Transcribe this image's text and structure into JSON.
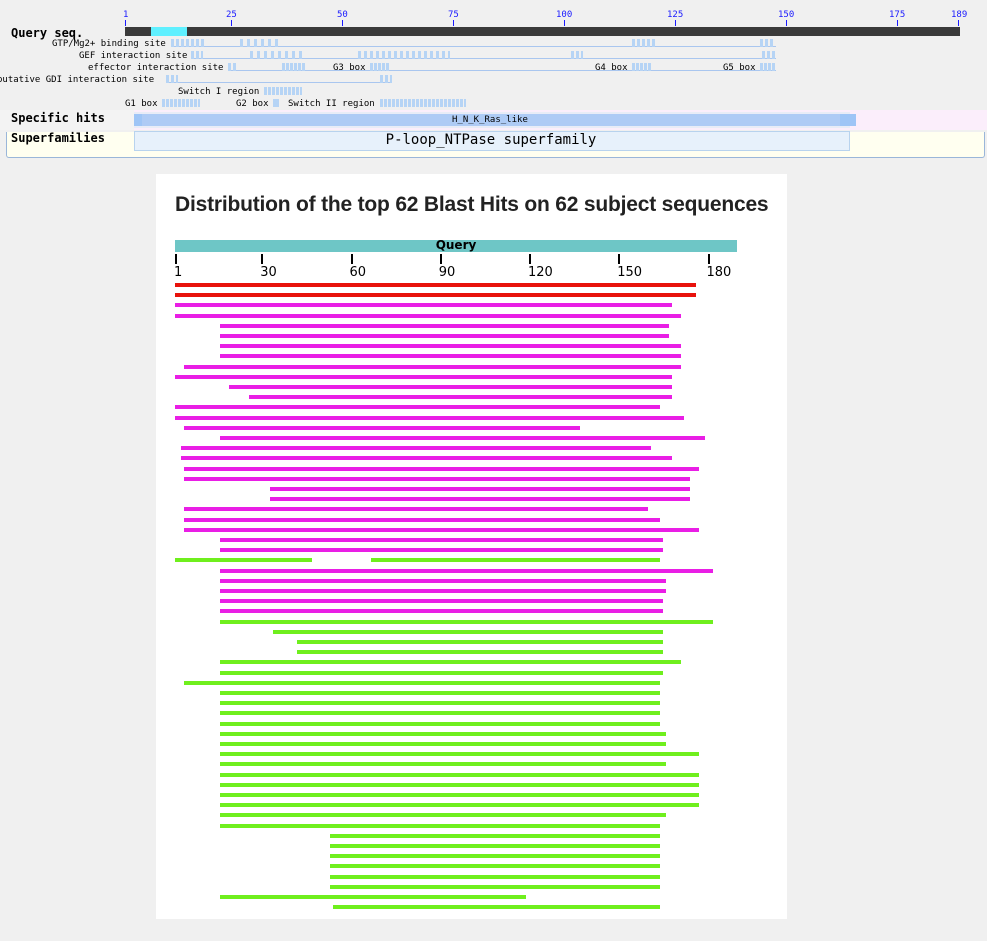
{
  "conserved_domains": {
    "query_label": "Query seq.",
    "axis_ticks": [
      "1",
      "25",
      "50",
      "75",
      "100",
      "125",
      "150",
      "175",
      "189"
    ],
    "sites": [
      {
        "label": "GTP/Mg2+ binding site"
      },
      {
        "label": "GEF interaction site"
      },
      {
        "label": "effector interaction site"
      },
      {
        "label": "putative GDI interaction site"
      },
      {
        "label": "Switch I region"
      },
      {
        "label": "G1 box"
      },
      {
        "label": "G2 box"
      },
      {
        "label": "Switch II region"
      },
      {
        "label": "G3 box"
      },
      {
        "label": "G4 box"
      },
      {
        "label": "G5 box"
      }
    ],
    "specific_hits_label": "Specific hits",
    "specific_hit_name": "H_N_K_Ras_like",
    "superfamilies_label": "Superfamilies",
    "superfamily_name": "P-loop_NTPase superfamily"
  },
  "blast_distribution": {
    "title": "Distribution of the top 62 Blast Hits on 62 subject sequences",
    "query_label": "Query",
    "ticks": [
      "1",
      "30",
      "60",
      "90",
      "120",
      "150",
      "180"
    ],
    "colors": {
      "red": "#e8120c",
      "magenta": "#e91ee5",
      "green": "#6fef1d",
      "query_bar": "#6ec6c6"
    },
    "hits": [
      {
        "c": "red",
        "s": [
          [
            1,
            176
          ]
        ]
      },
      {
        "c": "red",
        "s": [
          [
            1,
            176
          ]
        ]
      },
      {
        "c": "magenta",
        "s": [
          [
            1,
            168
          ]
        ]
      },
      {
        "c": "magenta",
        "s": [
          [
            1,
            171
          ]
        ]
      },
      {
        "c": "magenta",
        "s": [
          [
            16,
            167
          ]
        ]
      },
      {
        "c": "magenta",
        "s": [
          [
            16,
            167
          ]
        ]
      },
      {
        "c": "magenta",
        "s": [
          [
            16,
            171
          ]
        ]
      },
      {
        "c": "magenta",
        "s": [
          [
            16,
            171
          ]
        ]
      },
      {
        "c": "magenta",
        "s": [
          [
            4,
            171
          ]
        ]
      },
      {
        "c": "magenta",
        "s": [
          [
            1,
            168
          ]
        ]
      },
      {
        "c": "magenta",
        "s": [
          [
            19,
            168
          ]
        ]
      },
      {
        "c": "magenta",
        "s": [
          [
            26,
            168
          ]
        ]
      },
      {
        "c": "magenta",
        "s": [
          [
            1,
            164
          ]
        ]
      },
      {
        "c": "magenta",
        "s": [
          [
            1,
            172
          ]
        ]
      },
      {
        "c": "magenta",
        "s": [
          [
            4,
            137
          ]
        ]
      },
      {
        "c": "magenta",
        "s": [
          [
            16,
            179
          ]
        ]
      },
      {
        "c": "magenta",
        "s": [
          [
            3,
            161
          ]
        ]
      },
      {
        "c": "magenta",
        "s": [
          [
            3,
            168
          ]
        ]
      },
      {
        "c": "magenta",
        "s": [
          [
            4,
            177
          ]
        ]
      },
      {
        "c": "magenta",
        "s": [
          [
            4,
            174
          ]
        ]
      },
      {
        "c": "magenta",
        "s": [
          [
            33,
            174
          ]
        ]
      },
      {
        "c": "magenta",
        "s": [
          [
            33,
            174
          ]
        ]
      },
      {
        "c": "magenta",
        "s": [
          [
            4,
            160
          ]
        ]
      },
      {
        "c": "magenta",
        "s": [
          [
            4,
            164
          ]
        ]
      },
      {
        "c": "magenta",
        "s": [
          [
            4,
            177
          ]
        ]
      },
      {
        "c": "magenta",
        "s": [
          [
            16,
            165
          ]
        ]
      },
      {
        "c": "magenta",
        "s": [
          [
            16,
            165
          ]
        ]
      },
      {
        "c": "green",
        "s": [
          [
            1,
            47
          ],
          [
            67,
            164
          ]
        ]
      },
      {
        "c": "magenta",
        "s": [
          [
            16,
            182
          ]
        ]
      },
      {
        "c": "magenta",
        "s": [
          [
            16,
            166
          ]
        ]
      },
      {
        "c": "magenta",
        "s": [
          [
            16,
            166
          ]
        ]
      },
      {
        "c": "magenta",
        "s": [
          [
            16,
            165
          ]
        ]
      },
      {
        "c": "magenta",
        "s": [
          [
            16,
            165
          ]
        ]
      },
      {
        "c": "green",
        "s": [
          [
            16,
            182
          ]
        ]
      },
      {
        "c": "green",
        "s": [
          [
            34,
            165
          ]
        ]
      },
      {
        "c": "green",
        "s": [
          [
            42,
            165
          ]
        ]
      },
      {
        "c": "green",
        "s": [
          [
            42,
            165
          ]
        ]
      },
      {
        "c": "green",
        "s": [
          [
            16,
            171
          ]
        ]
      },
      {
        "c": "green",
        "s": [
          [
            16,
            165
          ]
        ]
      },
      {
        "c": "green",
        "s": [
          [
            4,
            164
          ]
        ]
      },
      {
        "c": "green",
        "s": [
          [
            16,
            164
          ]
        ]
      },
      {
        "c": "green",
        "s": [
          [
            16,
            164
          ]
        ]
      },
      {
        "c": "green",
        "s": [
          [
            16,
            164
          ]
        ]
      },
      {
        "c": "green",
        "s": [
          [
            16,
            164
          ]
        ]
      },
      {
        "c": "green",
        "s": [
          [
            16,
            166
          ]
        ]
      },
      {
        "c": "green",
        "s": [
          [
            16,
            166
          ]
        ]
      },
      {
        "c": "green",
        "s": [
          [
            16,
            177
          ]
        ]
      },
      {
        "c": "green",
        "s": [
          [
            16,
            166
          ]
        ]
      },
      {
        "c": "green",
        "s": [
          [
            16,
            177
          ]
        ]
      },
      {
        "c": "green",
        "s": [
          [
            16,
            177
          ]
        ]
      },
      {
        "c": "green",
        "s": [
          [
            16,
            177
          ]
        ]
      },
      {
        "c": "green",
        "s": [
          [
            16,
            177
          ]
        ]
      },
      {
        "c": "green",
        "s": [
          [
            16,
            166
          ]
        ]
      },
      {
        "c": "green",
        "s": [
          [
            16,
            164
          ]
        ]
      },
      {
        "c": "green",
        "s": [
          [
            53,
            164
          ]
        ]
      },
      {
        "c": "green",
        "s": [
          [
            53,
            164
          ]
        ]
      },
      {
        "c": "green",
        "s": [
          [
            53,
            164
          ]
        ]
      },
      {
        "c": "green",
        "s": [
          [
            53,
            164
          ]
        ]
      },
      {
        "c": "green",
        "s": [
          [
            53,
            164
          ]
        ]
      },
      {
        "c": "green",
        "s": [
          [
            53,
            164
          ]
        ]
      },
      {
        "c": "green",
        "s": [
          [
            16,
            119
          ]
        ]
      },
      {
        "c": "green",
        "s": [
          [
            54,
            164
          ]
        ]
      }
    ]
  }
}
